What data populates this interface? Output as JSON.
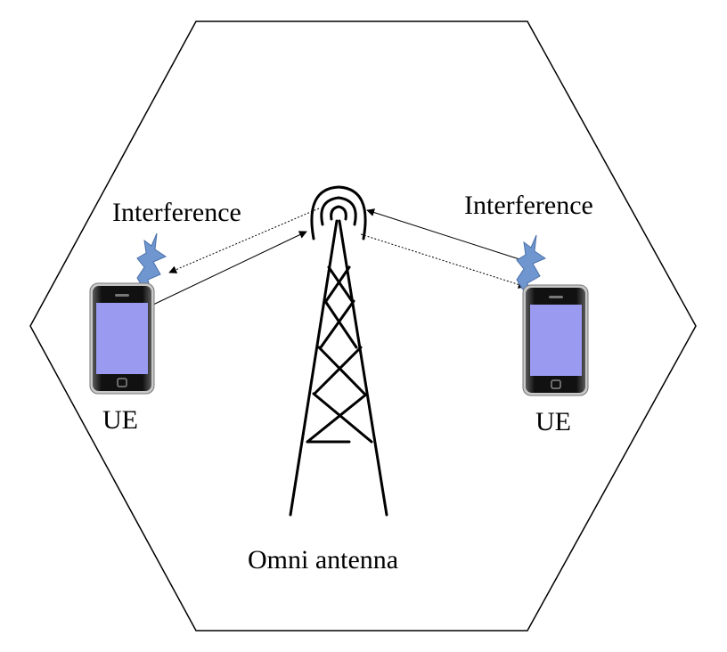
{
  "labels": {
    "interference_left": "Interference",
    "interference_right": "Interference",
    "ue_left": "UE",
    "ue_right": "UE",
    "antenna": "Omni antenna"
  },
  "colors": {
    "outline": "#000000",
    "phone_screen": "#9a9af0",
    "phone_body": "#1a1a1a",
    "phone_bezel": "#c8c8c8",
    "interference_burst": "#6f96cf",
    "background": "#ffffff"
  },
  "icons": {
    "phone": "smartphone-icon",
    "burst": "interference-burst-icon",
    "tower": "antenna-tower-icon",
    "wave": "radio-wave-icon"
  }
}
